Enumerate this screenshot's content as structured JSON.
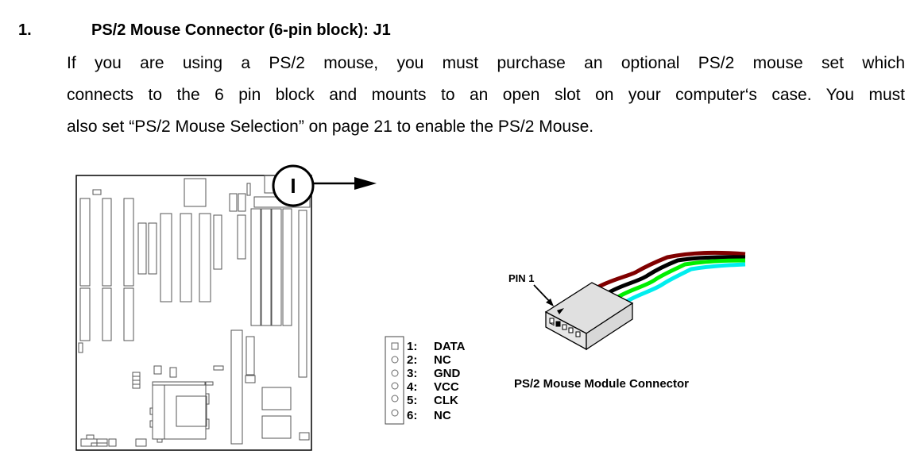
{
  "section": {
    "number": "1.",
    "title": "PS/2 Mouse Connector (6-pin block): J1",
    "paragraph_lines": [
      "If you are using a PS/2 mouse, you must purchase an optional PS/2 mouse set which",
      "connects to the 6 pin block and mounts to an open slot on your computer‘s case.  You must",
      "also set “PS/2 Mouse Selection” on page 21 to enable the PS/2 Mouse."
    ]
  },
  "figure": {
    "callout_label": "I",
    "pinout": [
      {
        "num": "1:",
        "signal": "DATA"
      },
      {
        "num": "2:",
        "signal": "NC"
      },
      {
        "num": "3:",
        "signal": "GND"
      },
      {
        "num": "4:",
        "signal": "VCC"
      },
      {
        "num": "5:",
        "signal": "CLK"
      },
      {
        "num": "6:",
        "signal": "NC"
      }
    ],
    "pin1_label": "PIN 1",
    "module_caption": "PS/2 Mouse Module Connector",
    "wire_colors": [
      "#800000",
      "#000000",
      "#00ee00",
      "#00eeee"
    ]
  }
}
